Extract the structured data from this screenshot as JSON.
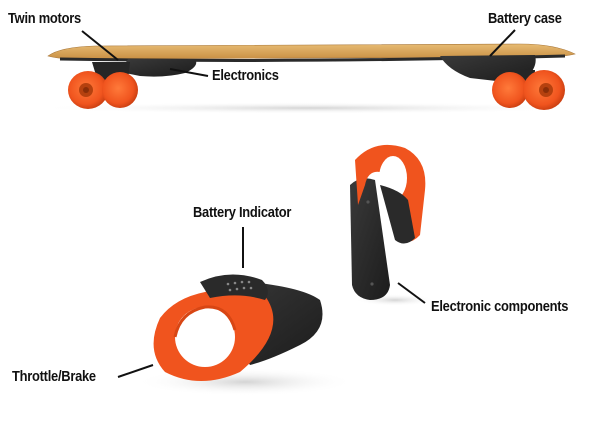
{
  "labels": {
    "twin_motors": "Twin motors",
    "battery_case": "Battery case",
    "electronics": "Electronics",
    "battery_indicator": "Battery Indicator",
    "electronic_components": "Electronic components",
    "throttle_brake": "Throttle/Brake"
  },
  "colors": {
    "accent_orange": "#f0541e",
    "deck_wood": "#d9a85f",
    "dark_plastic": "#2b2b2b",
    "background": "#ffffff"
  },
  "icons": [
    "skateboard-illustration",
    "remote-front-illustration",
    "remote-side-illustration"
  ]
}
